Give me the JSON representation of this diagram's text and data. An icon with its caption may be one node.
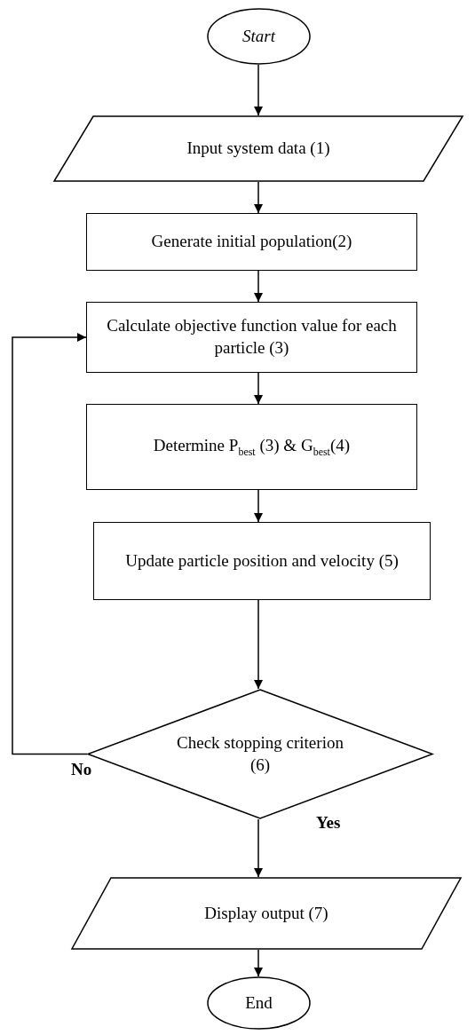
{
  "diagram": {
    "nodes": [
      {
        "text": [
          "Start"
        ]
      },
      {
        "text": [
          "Input system data (1)"
        ]
      },
      {
        "text": [
          "Generate initial  population(2)"
        ]
      },
      {
        "text": [
          "Calculate objective function value for each particle (3)"
        ]
      },
      {
        "text": [
          "Determine P$_{best}$ (3) & G$_{best}$(4)"
        ]
      },
      {
        "text": [
          "Update particle position and velocity (5)"
        ]
      },
      {
        "text": [
          "Check stopping criterion (6)"
        ]
      },
      {
        "text": [
          "Display output (7)"
        ]
      },
      {
        "text": [
          "End"
        ]
      }
    ],
    "edges": [
      {
        "from": 0,
        "to": 1,
        "arrow": "to"
      },
      {
        "from": 1,
        "to": 2,
        "arrow": "to"
      },
      {
        "from": 2,
        "to": 3,
        "arrow": "to"
      },
      {
        "from": 3,
        "to": 4,
        "arrow": "to"
      },
      {
        "from": 4,
        "to": 5,
        "arrow": "to"
      },
      {
        "from": 5,
        "to": 6,
        "arrow": "to"
      },
      {
        "from": 6,
        "to": 3,
        "arrow": "to",
        "label": "No"
      },
      {
        "from": 6,
        "to": 7,
        "arrow": "to",
        "label": "Yes"
      },
      {
        "from": 7,
        "to": 8,
        "arrow": "to"
      }
    ]
  }
}
